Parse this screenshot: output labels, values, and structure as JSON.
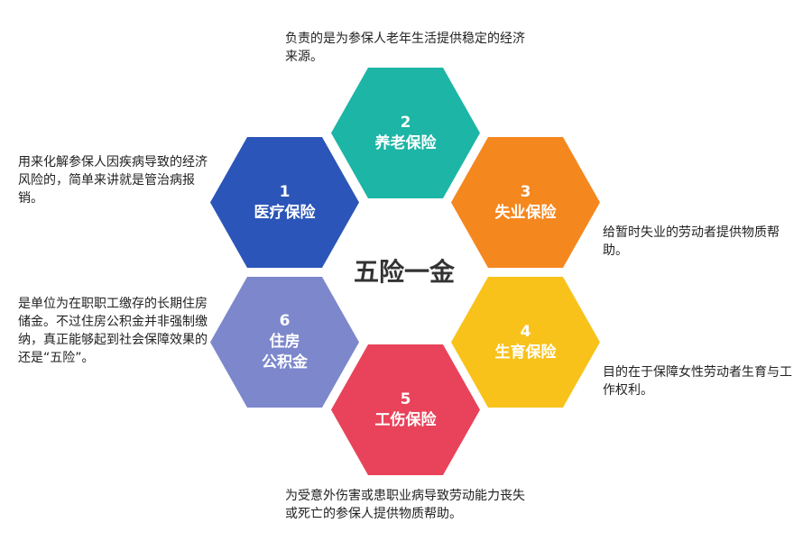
{
  "center_title": "五险一金",
  "items": [
    {
      "num": "1",
      "name": "医疗保险",
      "name2": "",
      "color": "#2b55b8",
      "desc": "用来化解参保人因疾病导致的经济风险的，简单来讲就是管治病报销。"
    },
    {
      "num": "2",
      "name": "养老保险",
      "name2": "",
      "color": "#1db5a6",
      "desc": "负责的是为参保人老年生活提供稳定的经济来源。"
    },
    {
      "num": "3",
      "name": "失业保险",
      "name2": "",
      "color": "#f5871f",
      "desc": "给暂时失业的劳动者提供物质帮助。"
    },
    {
      "num": "4",
      "name": "生育保险",
      "name2": "",
      "color": "#f8c21b",
      "desc": "目的在于保障女性劳动者生育与工作权利。"
    },
    {
      "num": "5",
      "name": "工伤保险",
      "name2": "",
      "color": "#e8435a",
      "desc": "为受意外伤害或患职业病导致劳动能力丧失或死亡的参保人提供物质帮助。"
    },
    {
      "num": "6",
      "name": "住房",
      "name2": "公积金",
      "color": "#7c87cc",
      "desc": "是单位为在职职工缴存的长期住房储金。不过住房公积金并非强制缴纳，真正能够起到社会保障效果的还是“五险”。"
    }
  ]
}
